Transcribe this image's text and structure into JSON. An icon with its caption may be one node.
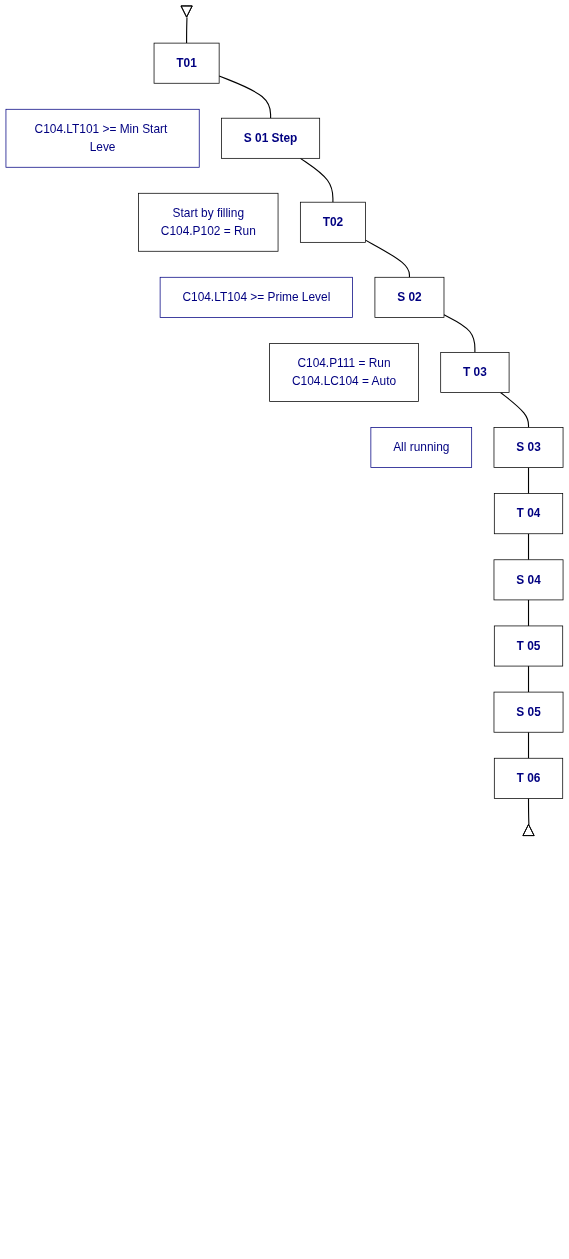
{
  "diagram": {
    "nodes": [
      {
        "text": [],
        "shape": "triangle"
      },
      {
        "text": [
          "T01"
        ]
      },
      {
        "text": [
          "C104.LT101 >= Min Start Leve"
        ]
      },
      {
        "text": [
          "S 01 Step"
        ]
      },
      {
        "text": [
          "Start by filling",
          "C104.P102 = Run"
        ]
      },
      {
        "text": [
          "T02"
        ]
      },
      {
        "text": [
          "C104.LT104 >= Prime Level"
        ]
      },
      {
        "text": [
          "S 02"
        ]
      },
      {
        "text": [
          "C104.P111 = Run",
          "C104.LC104 = Auto"
        ]
      },
      {
        "text": [
          "T 03"
        ]
      },
      {
        "text": [
          "All running"
        ]
      },
      {
        "text": [
          "S 03"
        ]
      },
      {
        "text": [
          "T 04"
        ]
      },
      {
        "text": [
          "S 04"
        ]
      },
      {
        "text": [
          "T 05"
        ]
      },
      {
        "text": [
          "S 05"
        ]
      },
      {
        "text": [
          "T 06"
        ]
      },
      {
        "text": [],
        "shape": "triangle"
      }
    ],
    "edges": [
      {
        "from": 0,
        "to": 1,
        "arrow": "none"
      },
      {
        "from": 1,
        "to": 3,
        "arrow": "none"
      },
      {
        "from": 3,
        "to": 5,
        "arrow": "none"
      },
      {
        "from": 5,
        "to": 7,
        "arrow": "none"
      },
      {
        "from": 7,
        "to": 9,
        "arrow": "none"
      },
      {
        "from": 9,
        "to": 11,
        "arrow": "none"
      },
      {
        "from": 11,
        "to": 12,
        "arrow": "none"
      },
      {
        "from": 12,
        "to": 13,
        "arrow": "none"
      },
      {
        "from": 13,
        "to": 14,
        "arrow": "none"
      },
      {
        "from": 14,
        "to": 15,
        "arrow": "none"
      },
      {
        "from": 15,
        "to": 16,
        "arrow": "none"
      },
      {
        "from": 16,
        "to": 17,
        "arrow": "none"
      }
    ]
  }
}
